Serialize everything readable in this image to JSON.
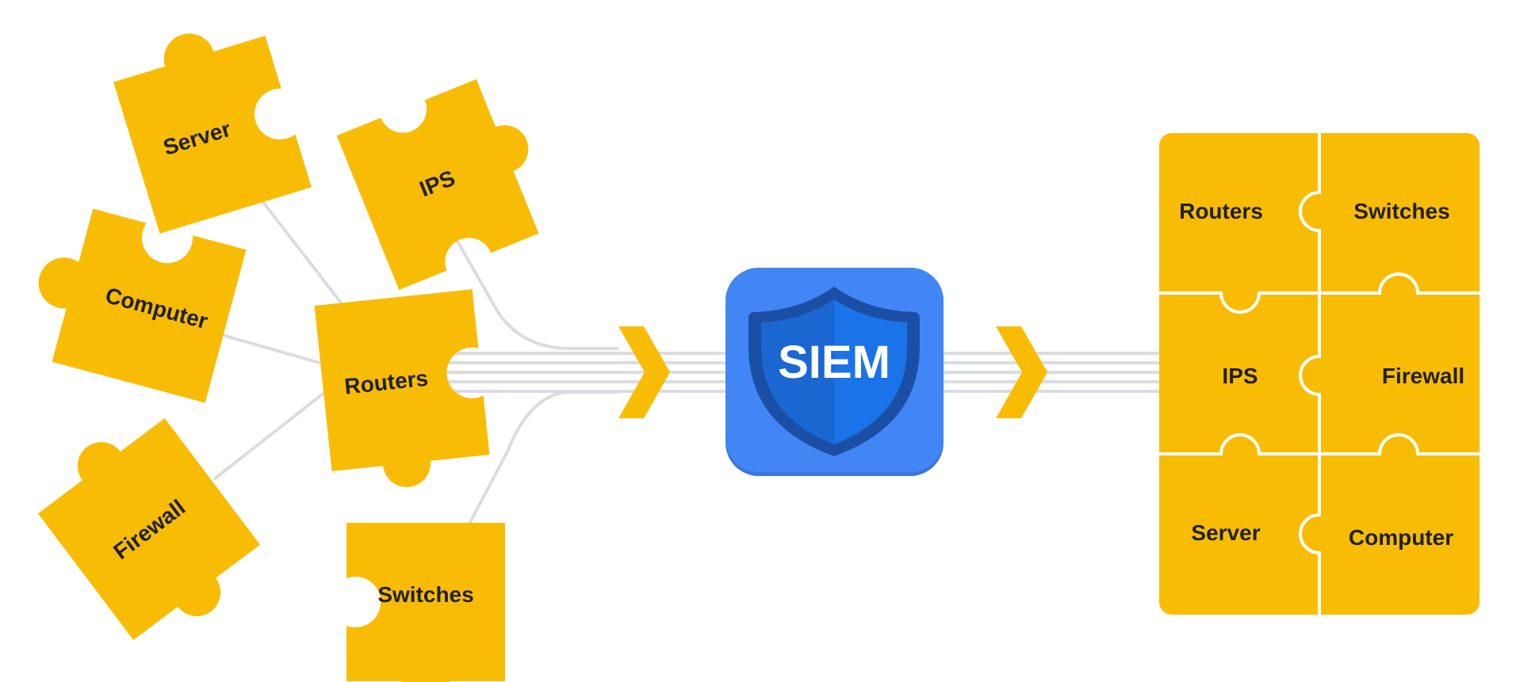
{
  "scattered_pieces": {
    "server": "Server",
    "ips": "IPS",
    "computer": "Computer",
    "routers": "Routers",
    "firewall": "Firewall",
    "switches": "Switches"
  },
  "siem": {
    "label": "SIEM"
  },
  "assembled_pieces": {
    "routers": "Routers",
    "switches": "Switches",
    "ips": "IPS",
    "firewall": "Firewall",
    "server": "Server",
    "computer": "Computer"
  },
  "colors": {
    "puzzle": "#F9BC05",
    "shield_box": "#4285F4",
    "shield_dark": "#1B4FA6",
    "shield_fill": "#1A73E8",
    "connector": "#DADCE0"
  }
}
